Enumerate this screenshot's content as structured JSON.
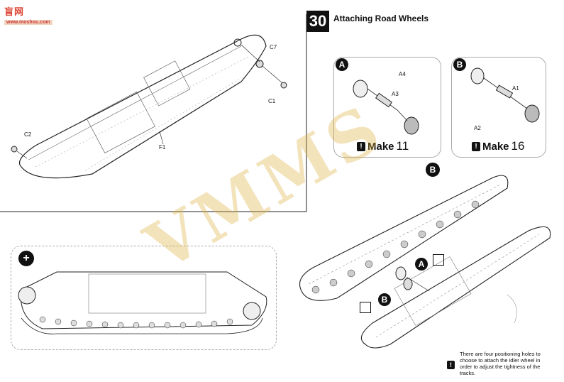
{
  "logo": {
    "text": "盲网",
    "subtext": "www.moshou.com"
  },
  "step": {
    "number": "30",
    "title": "Attaching Road Wheels"
  },
  "top_left_parts": {
    "c7": "C7",
    "c1": "C1",
    "c2": "C2",
    "f1": "F1"
  },
  "panel_a": {
    "tag": "A",
    "part_a4": "A4",
    "part_a3": "A3",
    "make_label": "Make",
    "make_count": "11"
  },
  "panel_b": {
    "tag": "B",
    "part_a1": "A1",
    "part_a2": "A2",
    "make_label": "Make",
    "make_count": "16"
  },
  "assembly": {
    "tag_b_top": "B",
    "tag_a": "A",
    "tag_b": "B"
  },
  "note": {
    "text": "There are four positioning holes to choose to attach the idler wheel in order to adjust the tightness of the tracks."
  },
  "watermark": {
    "text": "VMMS"
  },
  "colors": {
    "accent": "#111111",
    "watermark": "#deaf3c"
  }
}
